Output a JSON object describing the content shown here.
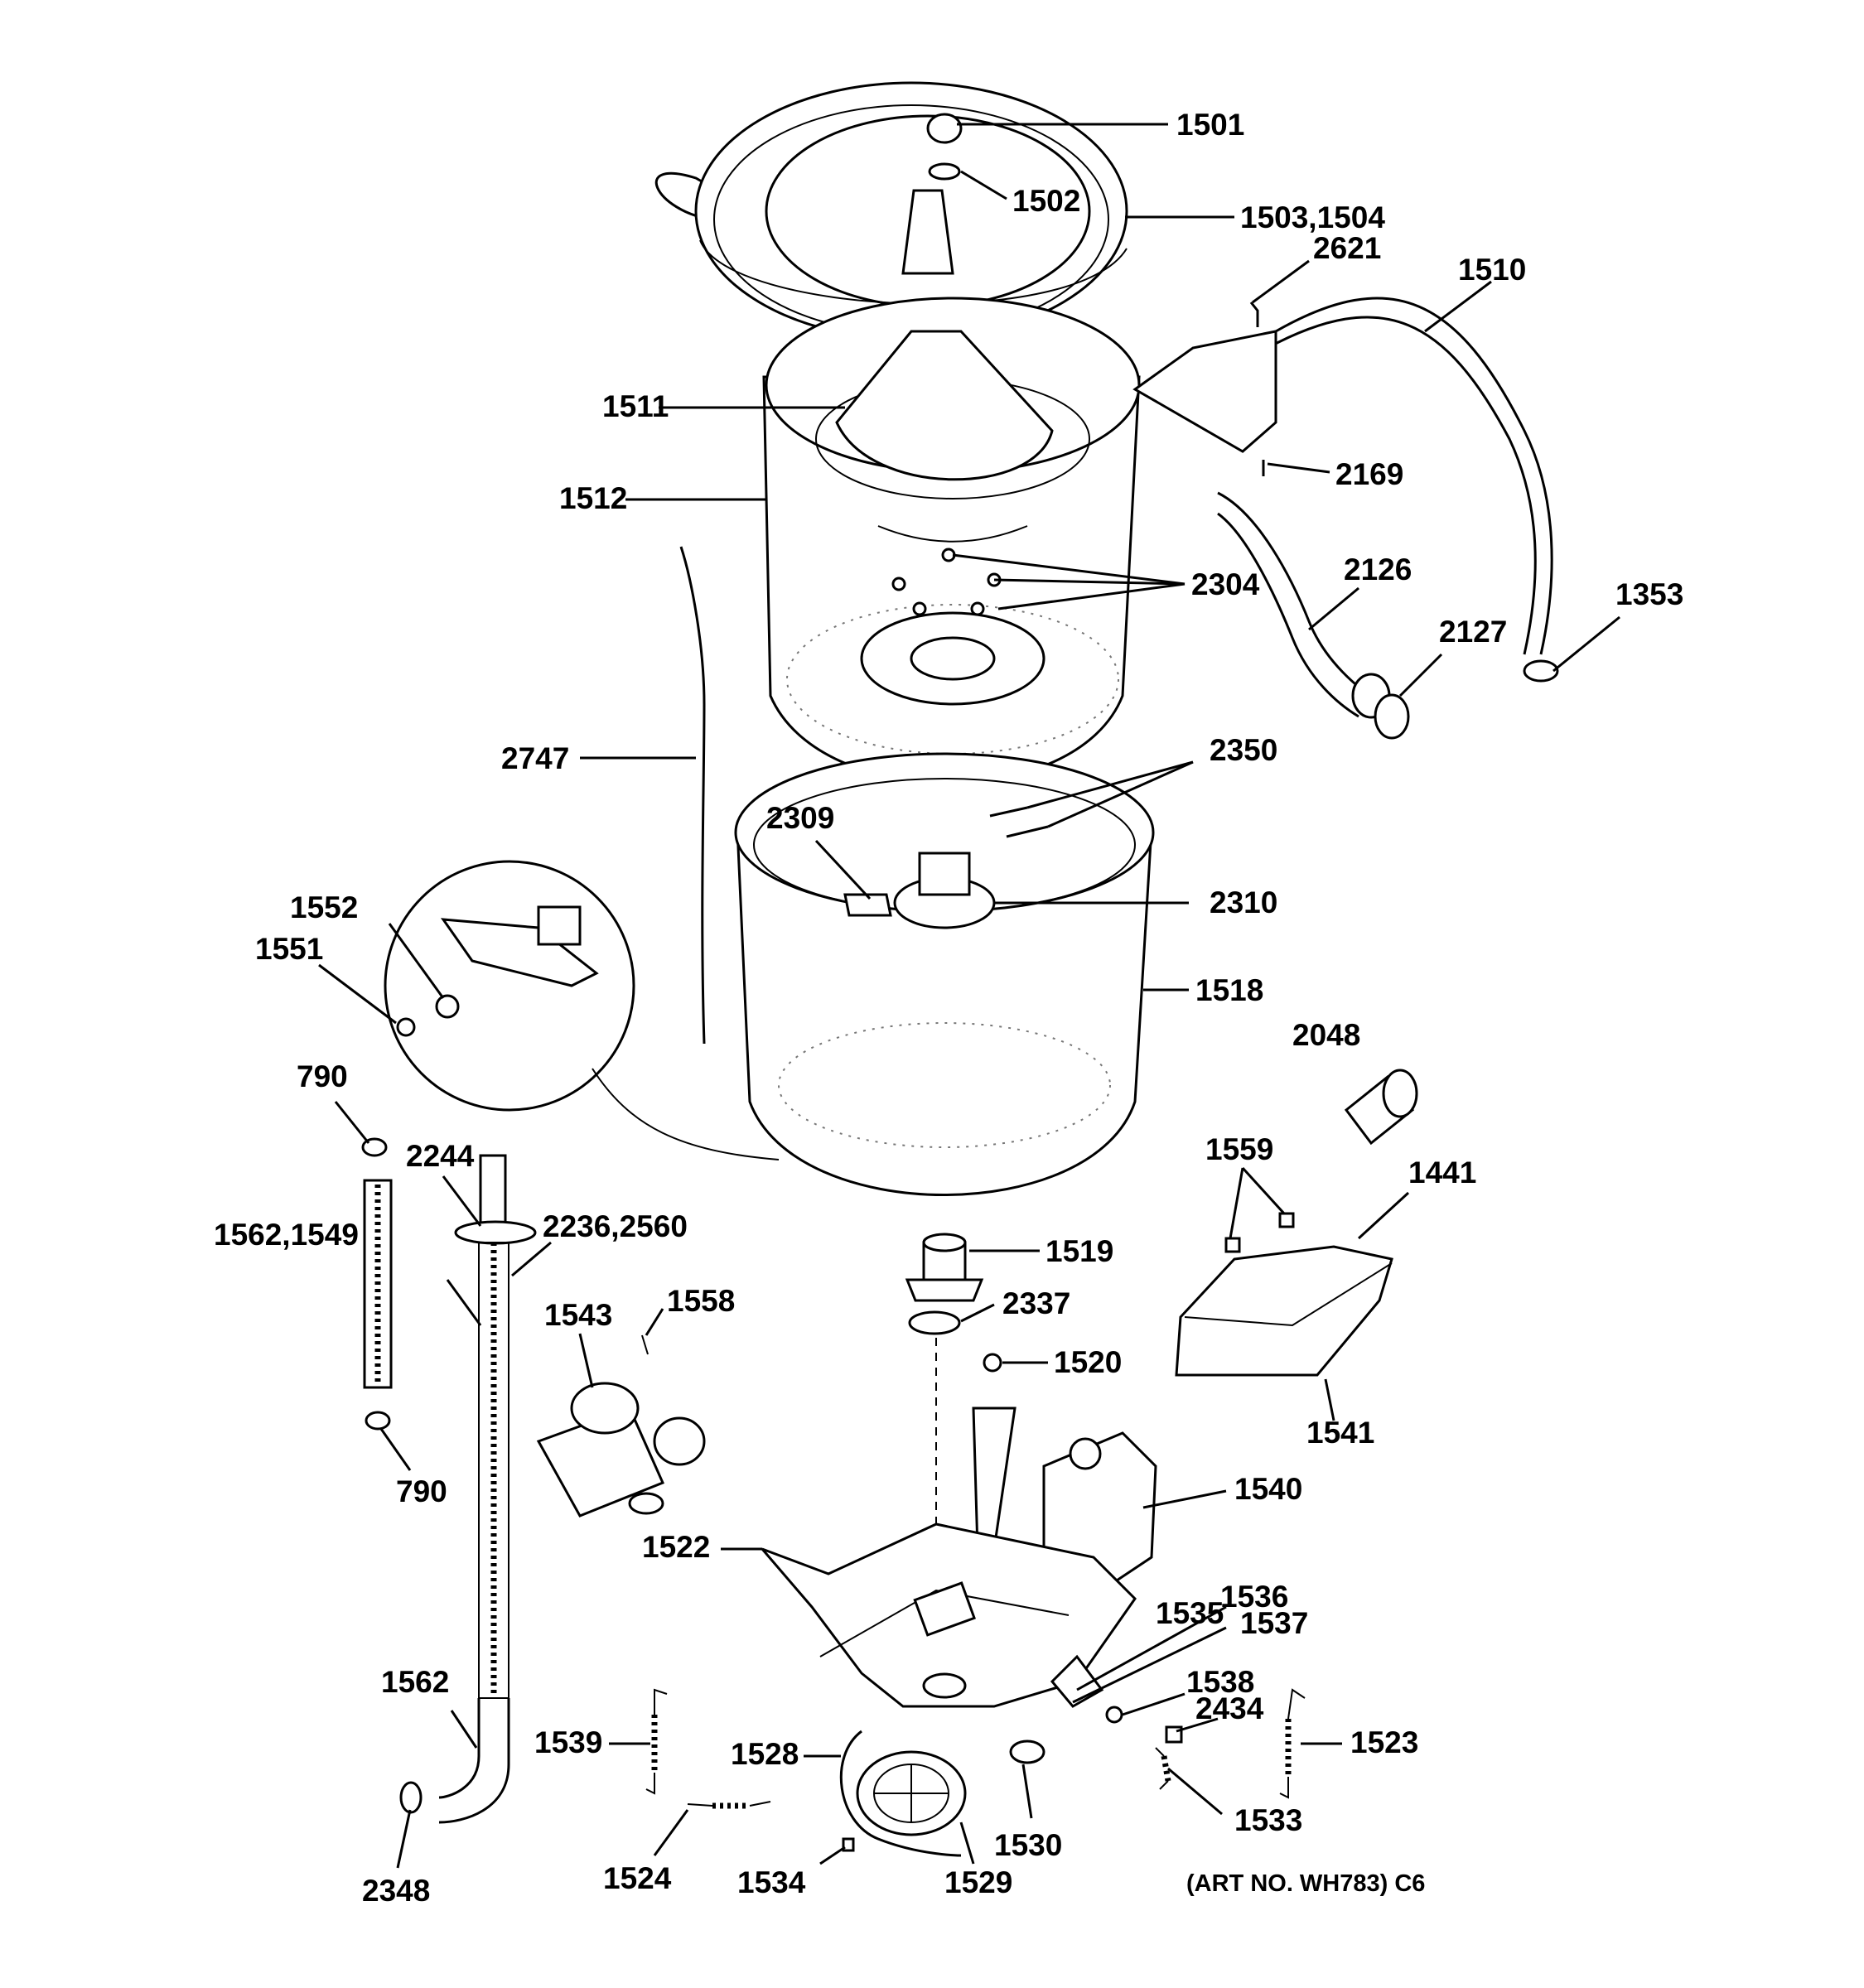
{
  "parts": {
    "p1501": "1501",
    "p1502": "1502",
    "p1503_1504": "1503,1504",
    "p2621": "2621",
    "p1510": "1510",
    "p1511": "1511",
    "p2169": "2169",
    "p1512": "1512",
    "p2304": "2304",
    "p2126": "2126",
    "p1353": "1353",
    "p2127": "2127",
    "p2747": "2747",
    "p2350": "2350",
    "p2309": "2309",
    "p2310": "2310",
    "p1552": "1552",
    "p1551": "1551",
    "p1518": "1518",
    "p2048": "2048",
    "p790_top": "790",
    "p1559": "1559",
    "p1441": "1441",
    "p2244": "2244",
    "p2236_2560": "2236,2560",
    "p1562_1549": "1562,1549",
    "p1519": "1519",
    "p1558": "1558",
    "p1543": "1543",
    "p2337": "2337",
    "p1520": "1520",
    "p1541": "1541",
    "p790_bottom": "790",
    "p1540": "1540",
    "p1522": "1522",
    "p1536": "1536",
    "p1535": "1535",
    "p1537": "1537",
    "p1562": "1562",
    "p1538": "1538",
    "p2434": "2434",
    "p1539": "1539",
    "p1523": "1523",
    "p1528": "1528",
    "p1530": "1530",
    "p1533": "1533",
    "p2348": "2348",
    "p1524": "1524",
    "p1534": "1534",
    "p1529": "1529"
  },
  "caption": "(ART NO. WH783) C6"
}
